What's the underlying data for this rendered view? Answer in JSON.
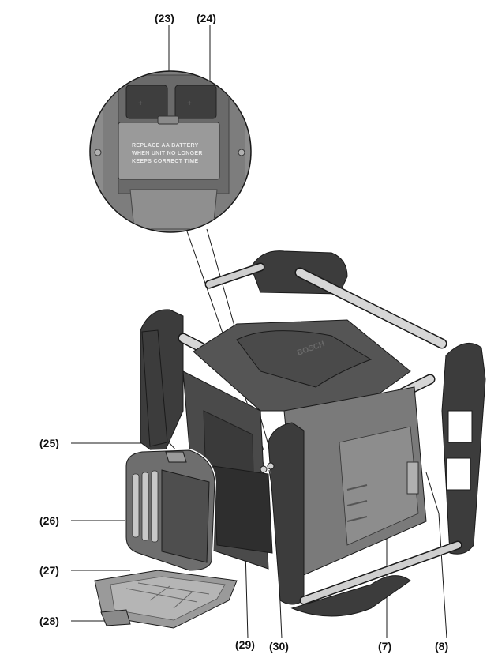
{
  "callouts": {
    "c23": "(23)",
    "c24": "(24)",
    "c25": "(25)",
    "c26": "(26)",
    "c27": "(27)",
    "c28": "(28)",
    "c29": "(29)",
    "c30": "(30)",
    "c7": "(7)",
    "c8": "(8)"
  },
  "battery_cover_label": {
    "line1": "REPLACE AA BATTERY",
    "line2": "WHEN UNIT NO LONGER",
    "line3": "KEEPS CORRECT TIME"
  },
  "brand": "BOSCH",
  "colors": {
    "body_dark": "#4a4a4a",
    "body_mid": "#6b6b6b",
    "body_light": "#9a9a9a",
    "bumper": "#3c3c3c",
    "rail": "#c8c8c8",
    "line": "#1a1a1a"
  }
}
